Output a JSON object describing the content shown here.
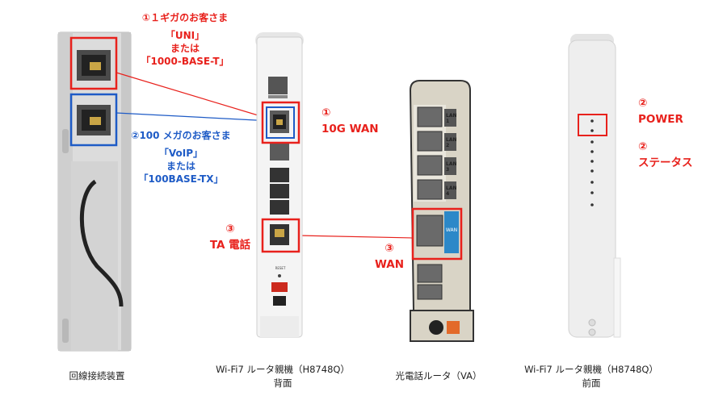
{
  "colors": {
    "red": "#e8211c",
    "blue": "#1e5bc6"
  },
  "onu": {
    "caption": "回線接続装置",
    "gig_label": {
      "line1": "①１ギガのお客さま",
      "line2": "「UNI」",
      "line3": "または",
      "line4": "「1000-BASE-T」"
    },
    "hundred_label": {
      "line1": "②100 メガのお客さま",
      "line2": "「VoIP」",
      "line3": "または",
      "line4": "「100BASE-TX」"
    }
  },
  "router_back": {
    "caption_line1": "Wi-Fi7 ルータ親機（H8748Q）",
    "caption_line2": "背面",
    "wan_label": {
      "num": "①",
      "text": "10G WAN"
    },
    "ta_label": {
      "num": "③",
      "text": "TA 電話"
    },
    "reset_text": "RESET"
  },
  "va": {
    "caption": "光電話ルータ（VA）",
    "wan_label": {
      "num": "③",
      "text": "WAN"
    },
    "lan_ports": [
      "LAN 1",
      "LAN 2",
      "LAN 3",
      "LAN 4"
    ],
    "wan_port_text": "WAN"
  },
  "router_front": {
    "caption_line1": "Wi-Fi7 ルータ親機（H8748Q）",
    "caption_line2": "前面",
    "power_label": {
      "num": "②",
      "text": "POWER"
    },
    "status_label": {
      "num": "②",
      "text": "ステータス"
    }
  }
}
